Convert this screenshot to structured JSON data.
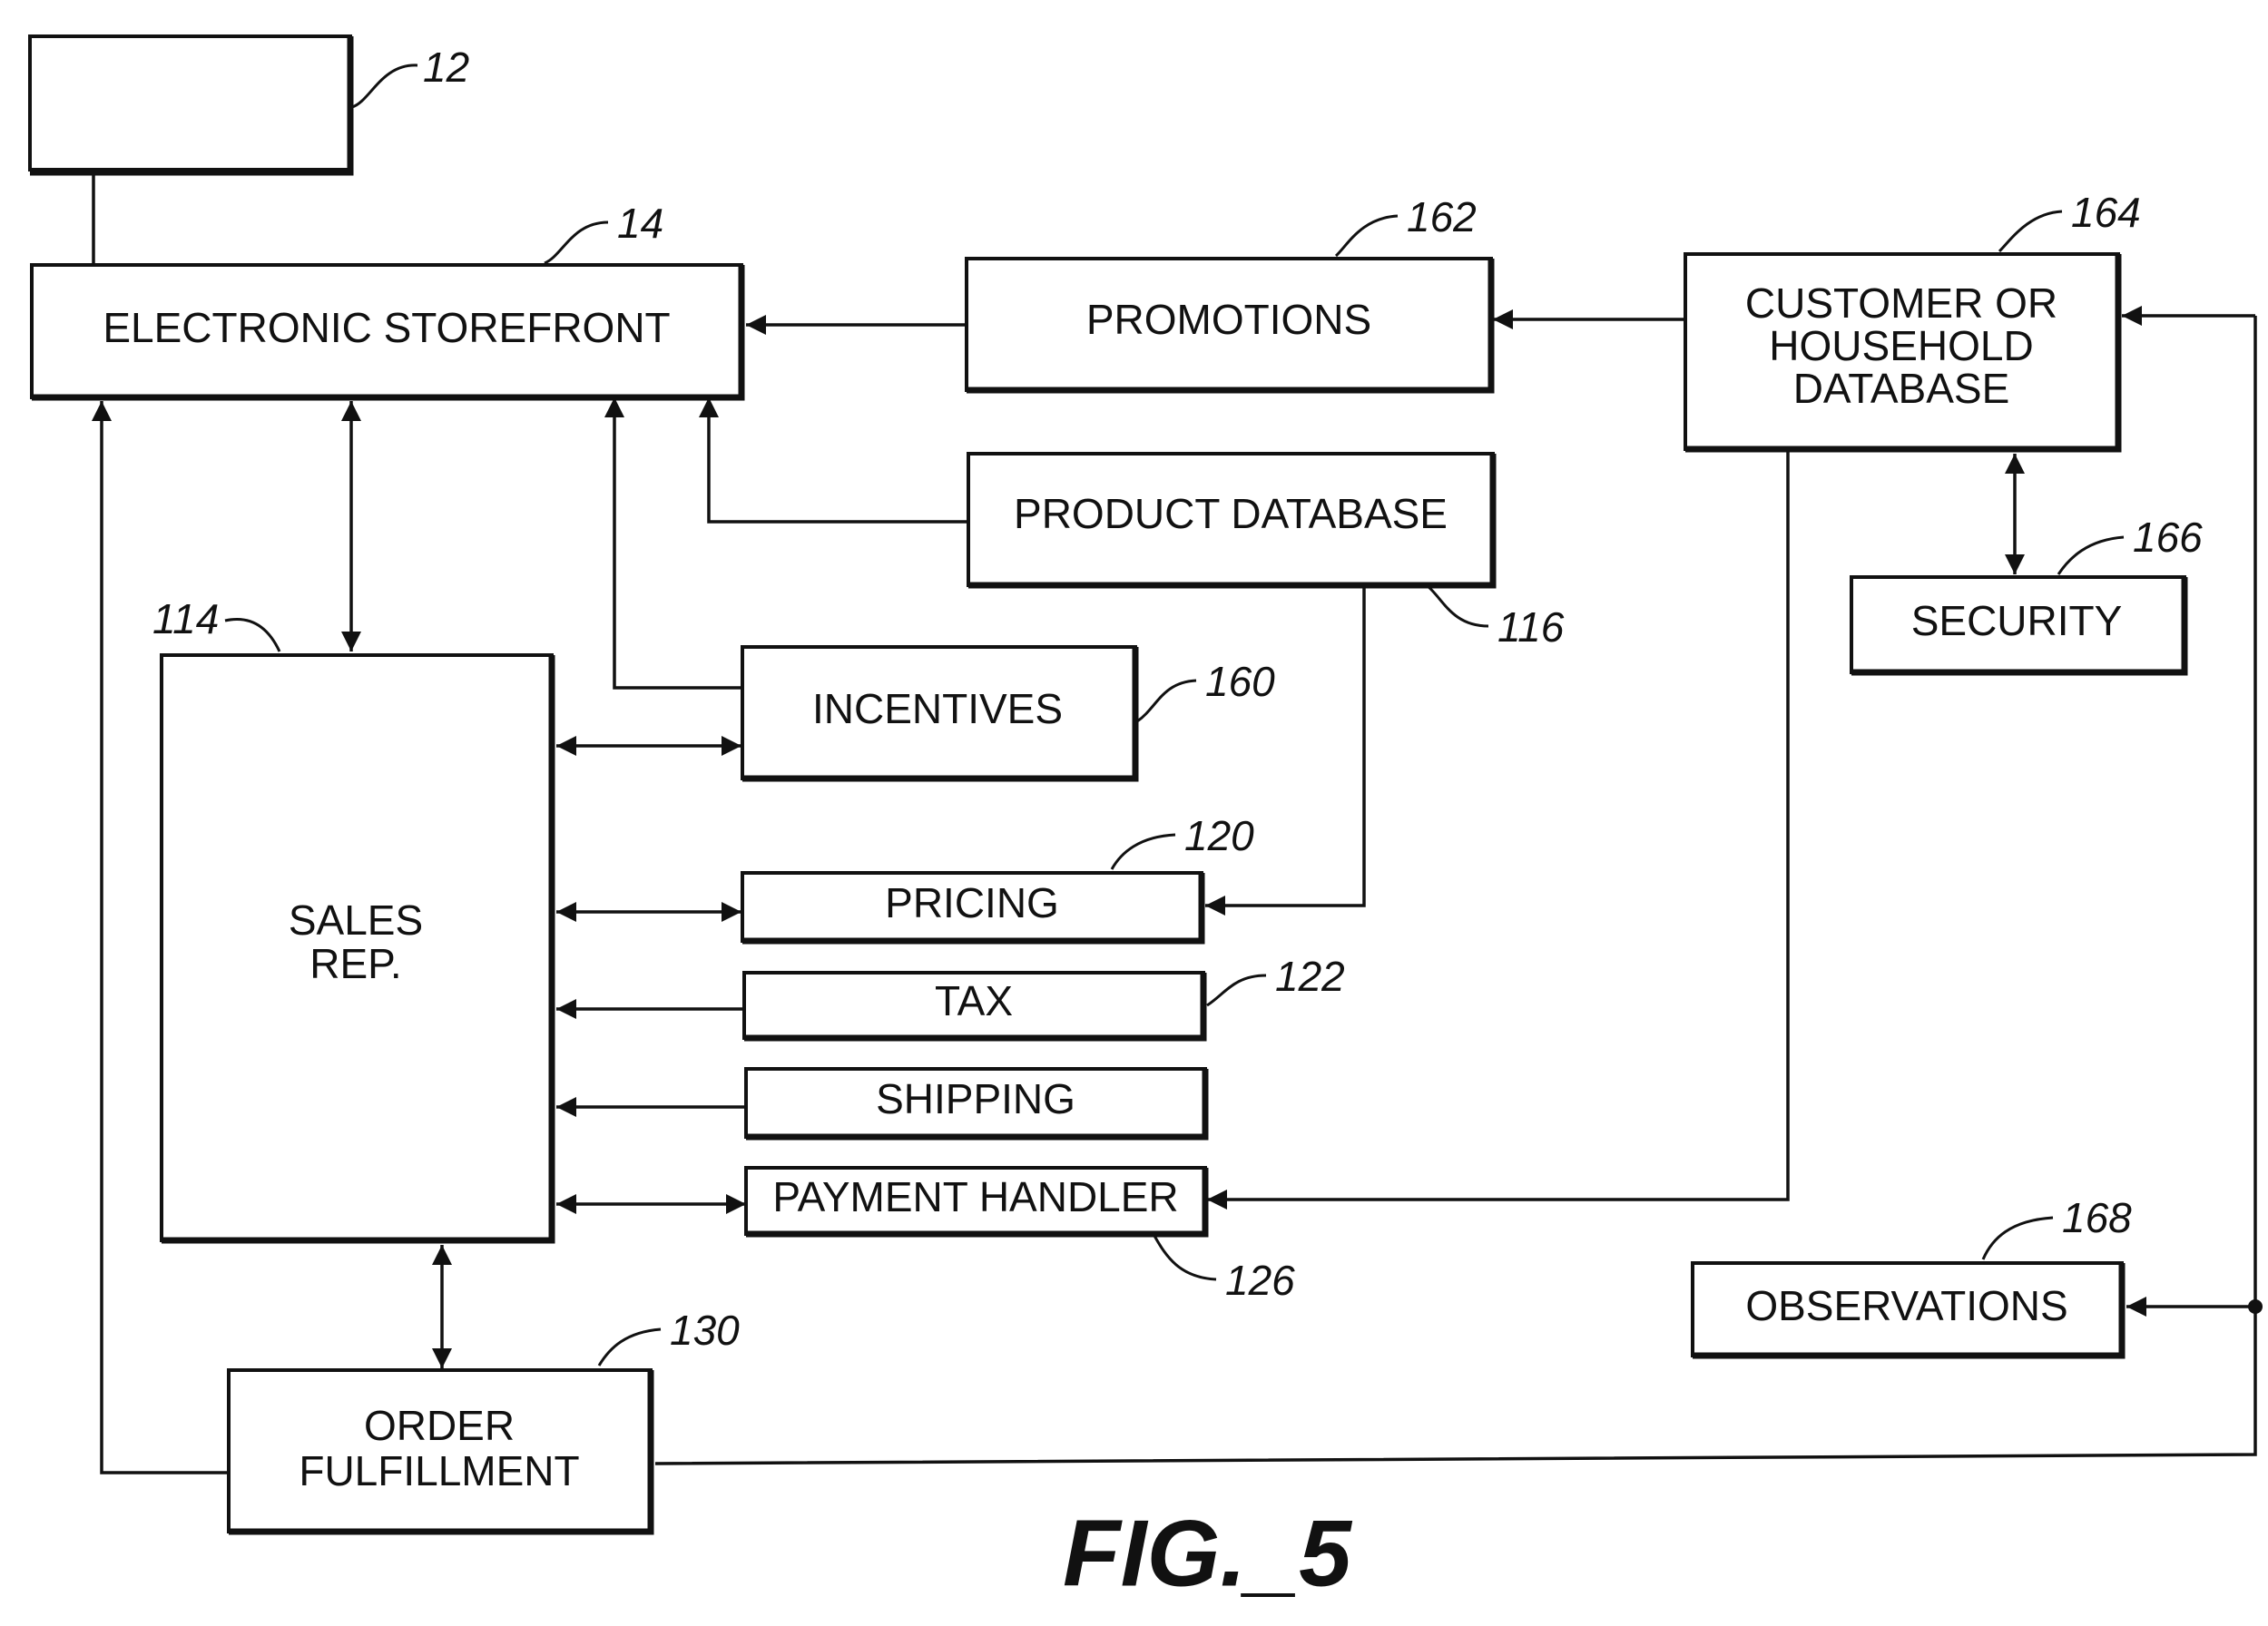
{
  "figure_label": "FIG._5",
  "boxes": {
    "terminal": {
      "ref": "12",
      "lines": []
    },
    "storefront": {
      "ref": "14",
      "lines": [
        "ELECTRONIC STOREFRONT"
      ]
    },
    "promotions": {
      "ref": "162",
      "lines": [
        "PROMOTIONS"
      ]
    },
    "customer_db": {
      "ref": "164",
      "lines": [
        "CUSTOMER OR",
        "HOUSEHOLD",
        "DATABASE"
      ]
    },
    "product_db": {
      "ref": "116",
      "lines": [
        "PRODUCT DATABASE"
      ]
    },
    "security": {
      "ref": "166",
      "lines": [
        "SECURITY"
      ]
    },
    "sales_rep": {
      "ref": "114",
      "lines": [
        "SALES",
        "REP."
      ]
    },
    "incentives": {
      "ref": "160",
      "lines": [
        "INCENTIVES"
      ]
    },
    "pricing": {
      "ref": "120",
      "lines": [
        "PRICING"
      ]
    },
    "tax": {
      "ref": "122",
      "lines": [
        "TAX"
      ]
    },
    "shipping": {
      "ref": "",
      "lines": [
        "SHIPPING"
      ]
    },
    "payment": {
      "ref": "126",
      "lines": [
        "PAYMENT HANDLER"
      ]
    },
    "observations": {
      "ref": "168",
      "lines": [
        "OBSERVATIONS"
      ]
    },
    "order_fulfillment": {
      "ref": "130",
      "lines": [
        "ORDER",
        "FULFILLMENT"
      ]
    }
  }
}
